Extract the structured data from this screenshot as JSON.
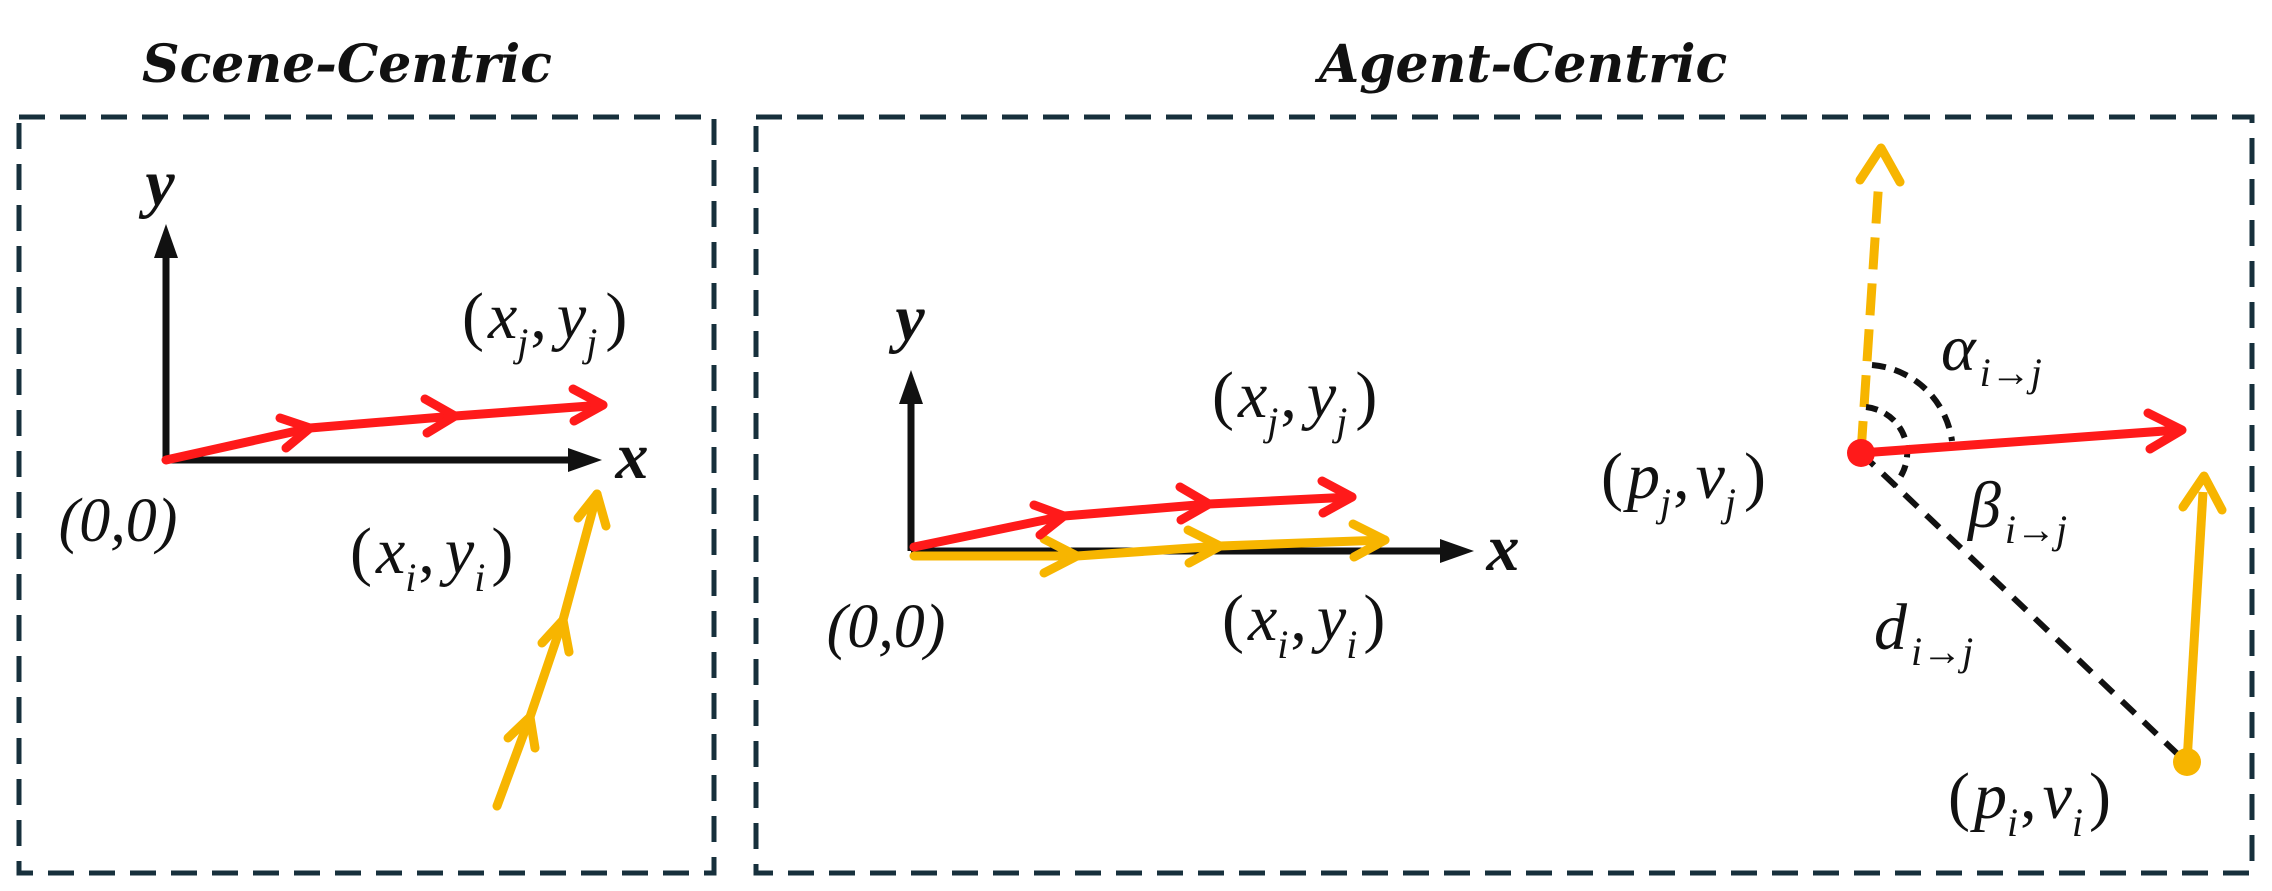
{
  "colors": {
    "trajectory_j": "#ff1a1a",
    "trajectory_i": "#f7b500",
    "frame_border": "#17303c",
    "axis": "#111111"
  },
  "panels": {
    "scene_centric": {
      "title": "Scene-Centric",
      "y_axis": "y",
      "x_axis": "x",
      "origin": "(0,0)",
      "point_j": {
        "open": "(",
        "x": "x",
        "xsub": "j",
        "comma": ",",
        "y": "y",
        "ysub": "j",
        "close": ")"
      },
      "point_i": {
        "open": "(",
        "x": "x",
        "xsub": "i",
        "comma": ",",
        "y": "y",
        "ysub": "i",
        "close": ")"
      }
    },
    "agent_centric": {
      "title": "Agent-Centric",
      "y_axis": "y",
      "x_axis": "x",
      "origin": "(0,0)",
      "point_j": {
        "open": "(",
        "x": "x",
        "xsub": "j",
        "comma": ",",
        "y": "y",
        "ysub": "j",
        "close": ")"
      },
      "point_i": {
        "open": "(",
        "x": "x",
        "xsub": "i",
        "comma": ",",
        "y": "y",
        "ysub": "i",
        "close": ")"
      },
      "agent_j": {
        "open": "(",
        "p": "p",
        "psub": "j",
        "comma": ",",
        "v": "v",
        "vsub": "j",
        "close": ")"
      },
      "agent_i": {
        "open": "(",
        "p": "p",
        "psub": "i",
        "comma": ",",
        "v": "v",
        "vsub": "i",
        "close": ")"
      },
      "alpha": {
        "sym": "α",
        "sub": "i→j"
      },
      "beta": {
        "sym": "β",
        "sub": "i→j"
      },
      "distance": {
        "sym": "d",
        "sub": "i→j"
      }
    }
  }
}
